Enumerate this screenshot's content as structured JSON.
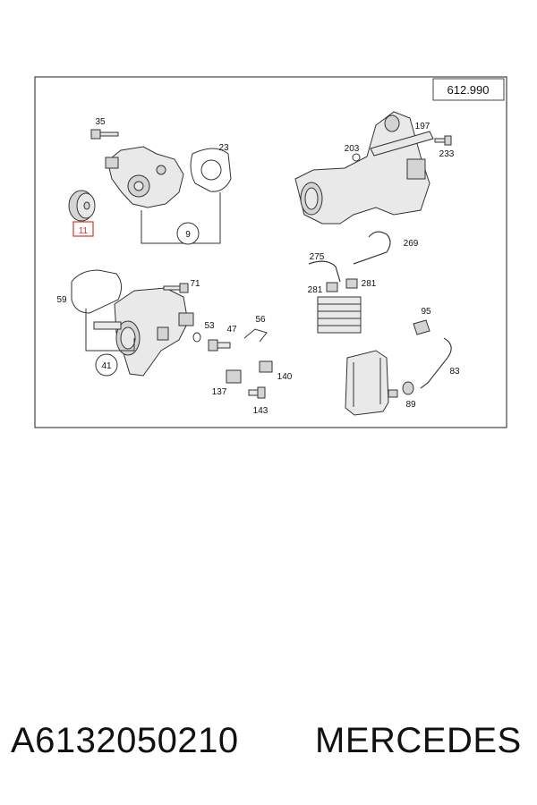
{
  "diagram": {
    "reference_code": "612.990",
    "highlight_color": "#e03030",
    "labels": {
      "p11": "11",
      "p35": "35",
      "p23": "23",
      "p9": "9",
      "p59": "59",
      "p71": "71",
      "p41": "41",
      "p53": "53",
      "p47": "47",
      "p56": "56",
      "p140": "140",
      "p137": "137",
      "p143": "143",
      "p197": "197",
      "p203": "203",
      "p233": "233",
      "p269": "269",
      "p275": "275",
      "p281a": "281",
      "p281b": "281",
      "p95": "95",
      "p83": "83",
      "p89": "89"
    }
  },
  "footer": {
    "part_number": "A6132050210",
    "brand": "MERCEDES"
  }
}
